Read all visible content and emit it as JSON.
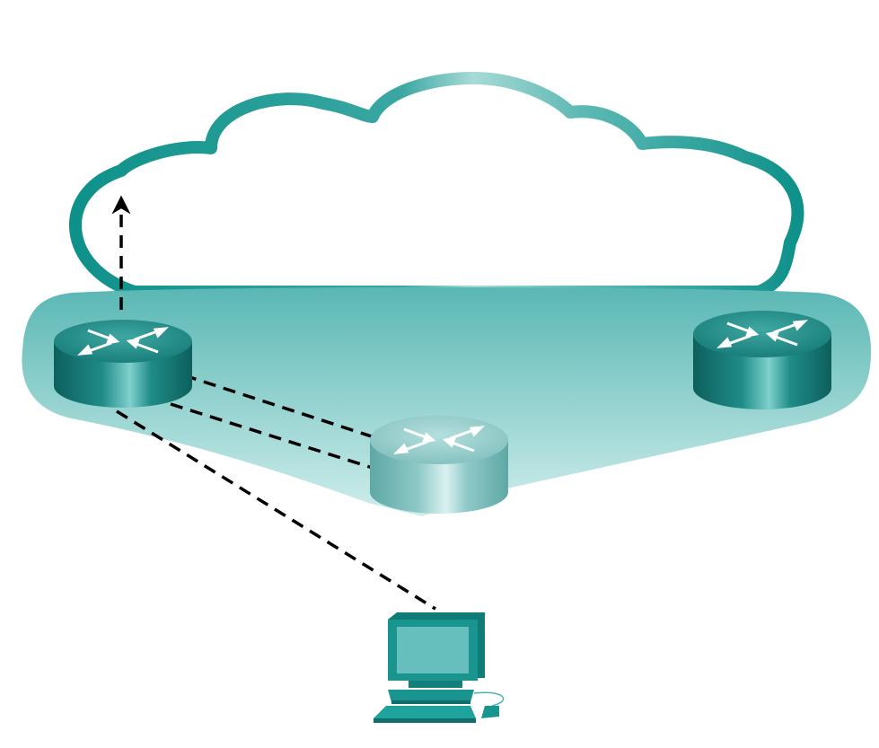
{
  "diagram": {
    "nodes": [
      {
        "id": "router-left",
        "kind": "router",
        "style": "dark"
      },
      {
        "id": "router-right",
        "kind": "router",
        "style": "dark"
      },
      {
        "id": "router-center",
        "kind": "router",
        "style": "light"
      },
      {
        "id": "pc",
        "kind": "computer"
      }
    ],
    "links": [
      {
        "from": "router-left",
        "to": "router-center",
        "style": "dashed"
      },
      {
        "from": "router-left",
        "to": "router-center",
        "style": "dashed"
      },
      {
        "from": "router-left",
        "to": "pc",
        "style": "dashed"
      },
      {
        "from": "router-left",
        "to": "cloud",
        "style": "dashed-arrow"
      }
    ],
    "regions": [
      {
        "id": "cloud",
        "kind": "cloud"
      },
      {
        "id": "area",
        "kind": "highlight-area"
      }
    ]
  },
  "colors": {
    "cloud_dark": "#0e918a",
    "cloud_light": "#a8dad6",
    "area_top": "#5ab7b4",
    "area_bottom": "#c9ebe9",
    "router_dark_body": "#177b78",
    "router_light_body": "#8cc6c5",
    "pc_body": "#1a8c86",
    "pc_screen": "#66bfbc",
    "line": "#000000"
  },
  "icons": {
    "router": "router-icon",
    "computer": "desktop-computer-icon",
    "cloud": "cloud-icon",
    "arrow": "arrow-up-icon"
  }
}
